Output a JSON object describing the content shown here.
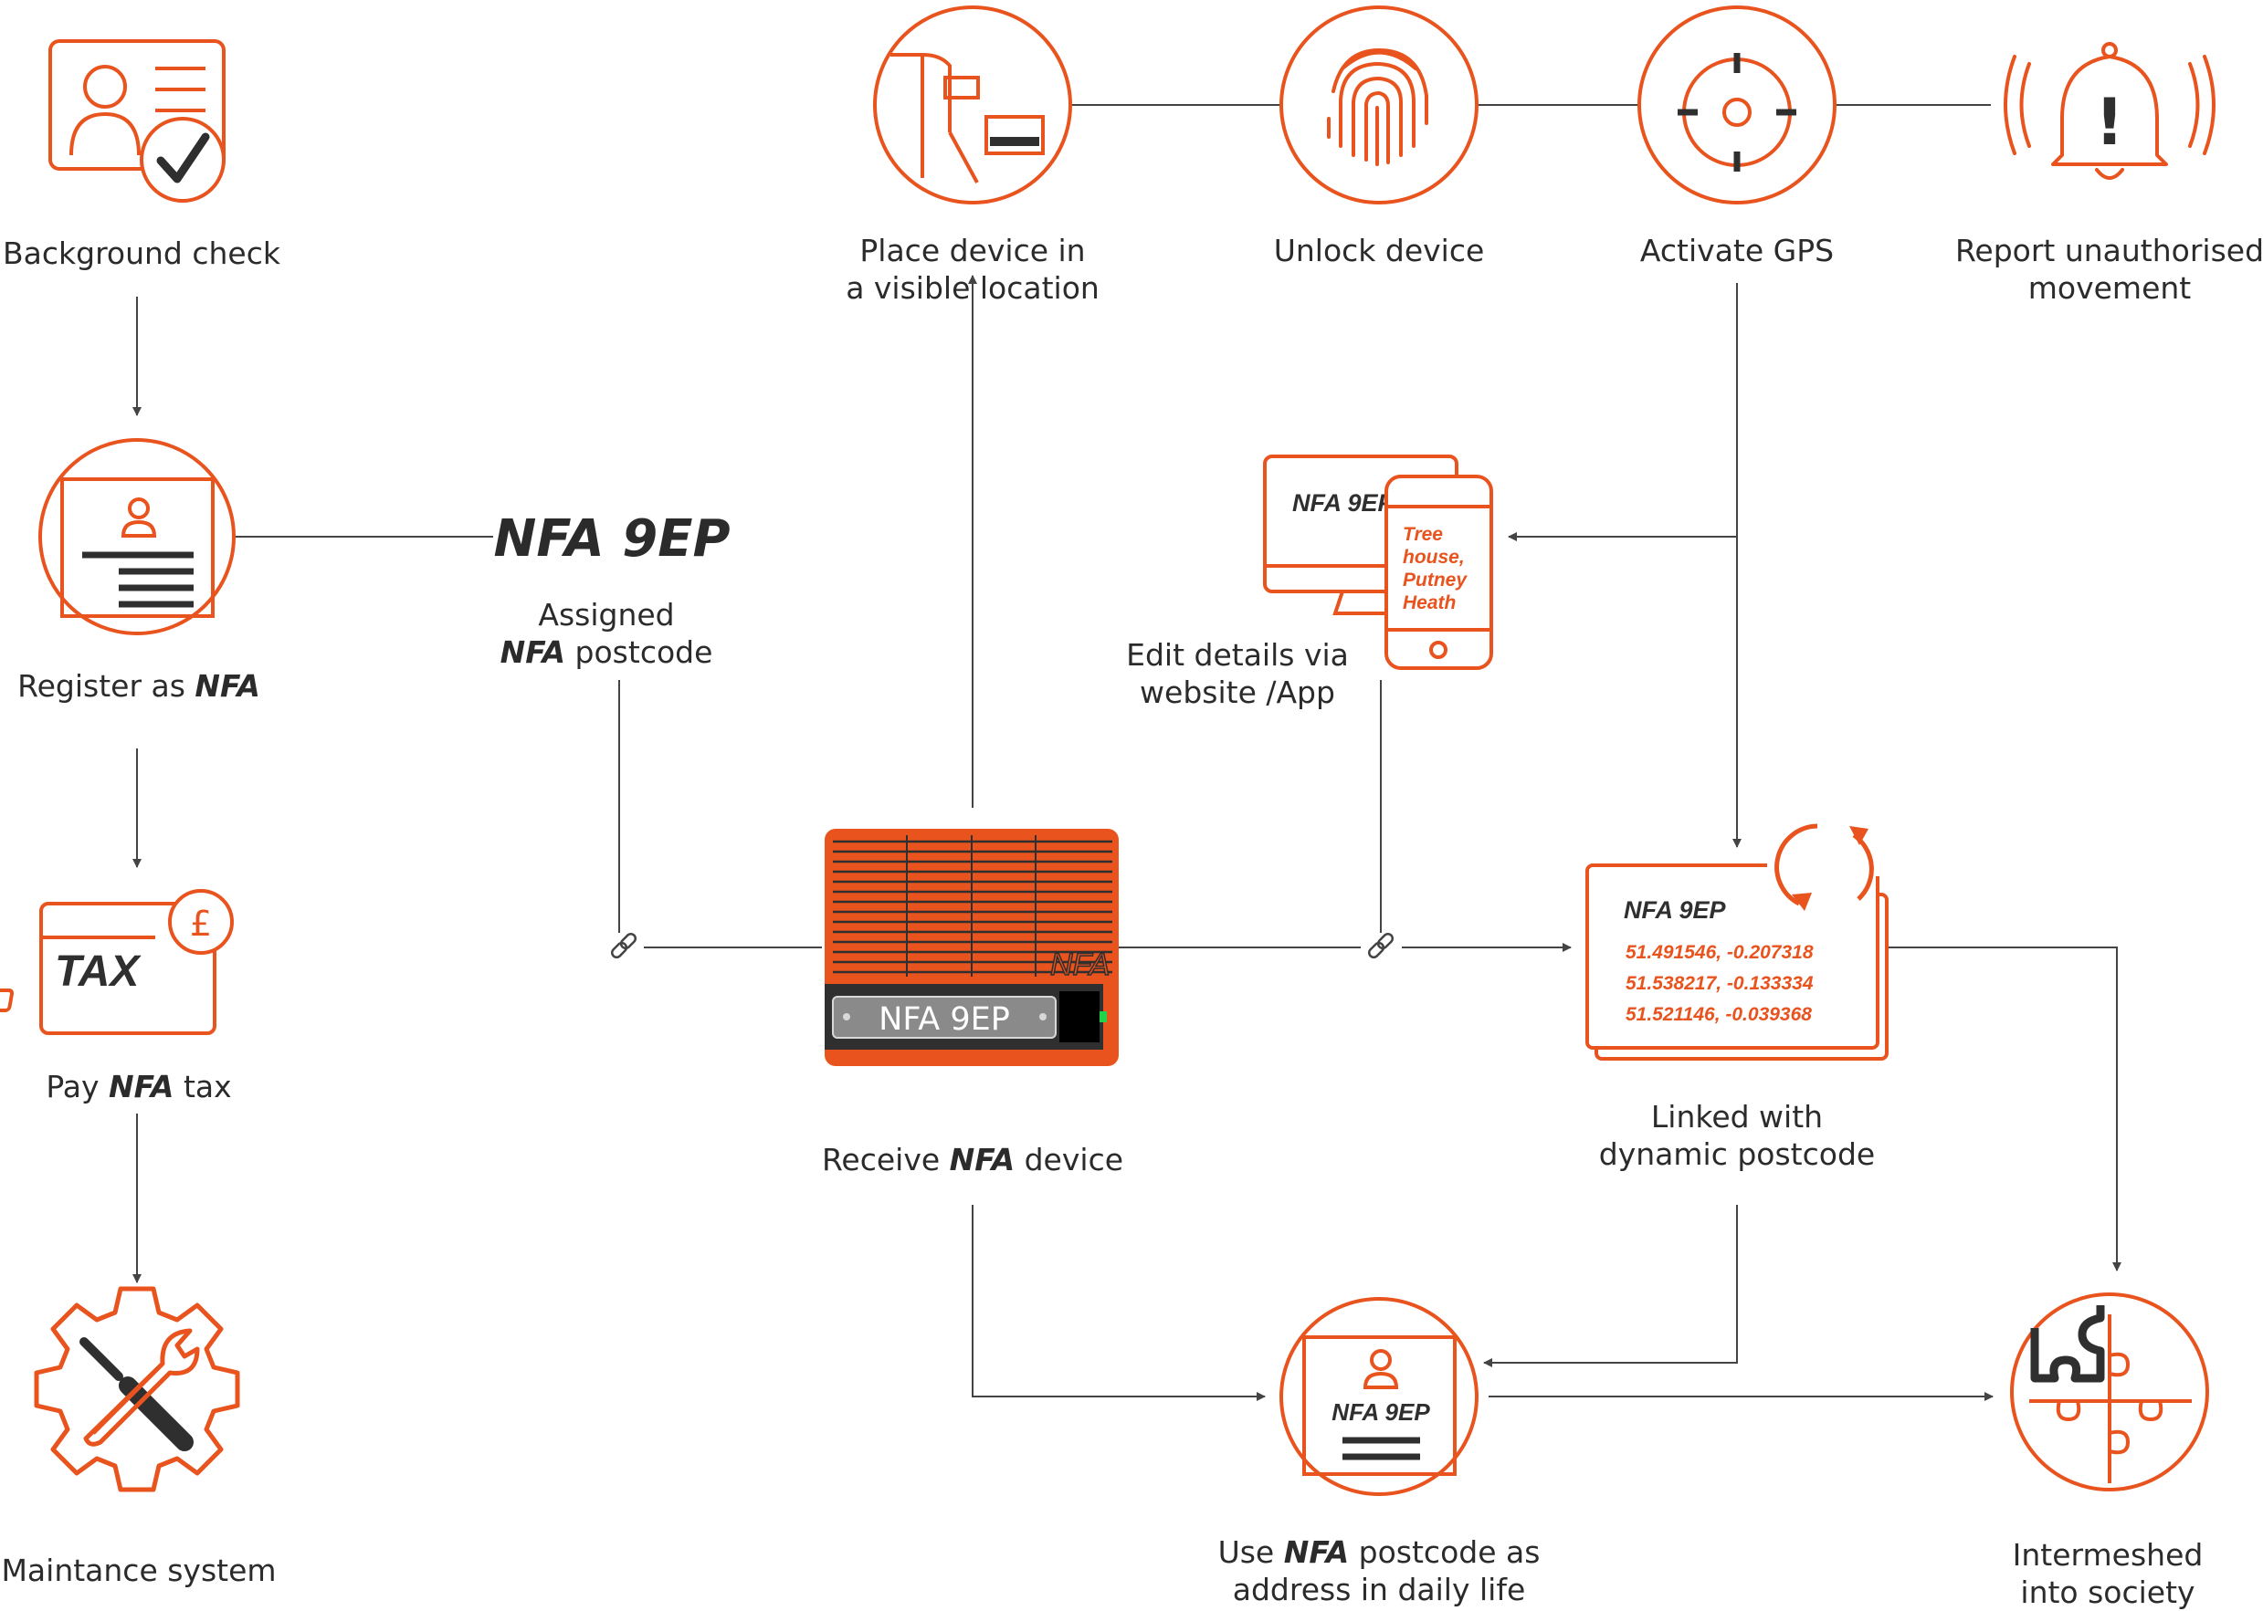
{
  "colors": {
    "accent": "#e8531e",
    "dark": "#2f2f2f",
    "line": "#444444",
    "device_body": "#e8531e",
    "plate": "#7a7a7a",
    "led": "#21d34a"
  },
  "labels": {
    "background_check": "Background check",
    "register": {
      "pre": "Register as ",
      "em": "NFA"
    },
    "pay_tax": {
      "pre": "Pay ",
      "em": "NFA",
      "post": " tax"
    },
    "maintenance": "Maintance system",
    "assigned_big": "NFA 9EP",
    "assigned_line1": "Assigned",
    "assigned_line2": {
      "em": "NFA",
      "post": " postcode"
    },
    "place_device": [
      "Place device in",
      "a visible location"
    ],
    "unlock_device": "Unlock device",
    "activate_gps": "Activate GPS",
    "report_movement": [
      "Report unauthorised",
      "movement"
    ],
    "edit_details": [
      "Edit details via",
      "website /App"
    ],
    "receive_device": {
      "pre": "Receive ",
      "em": "NFA",
      "post": " device"
    },
    "linked_dynamic": [
      "Linked with",
      "dynamic postcode"
    ],
    "use_postcode": {
      "line1_pre": "Use ",
      "line1_em": "NFA",
      "line1_post": " postcode as",
      "line2": "address in daily life"
    },
    "intermeshed": [
      "Intermeshed",
      "into society"
    ]
  },
  "icons": {
    "tax_text": "TAX",
    "pound_symbol": "£",
    "monitor_text": "NFA 9EP",
    "phone_text": [
      "Tree",
      "house,",
      "Putney",
      "Heath"
    ],
    "device_plate": "NFA 9EP",
    "device_logo": "NFA",
    "postcode_card_title": "NFA 9EP",
    "coordinates": [
      "51.491546, -0.207318",
      "51.538217, -0.133334",
      "51.521146, -0.039368"
    ],
    "daily_life_text": "NFA 9EP",
    "alert_mark": "!"
  }
}
